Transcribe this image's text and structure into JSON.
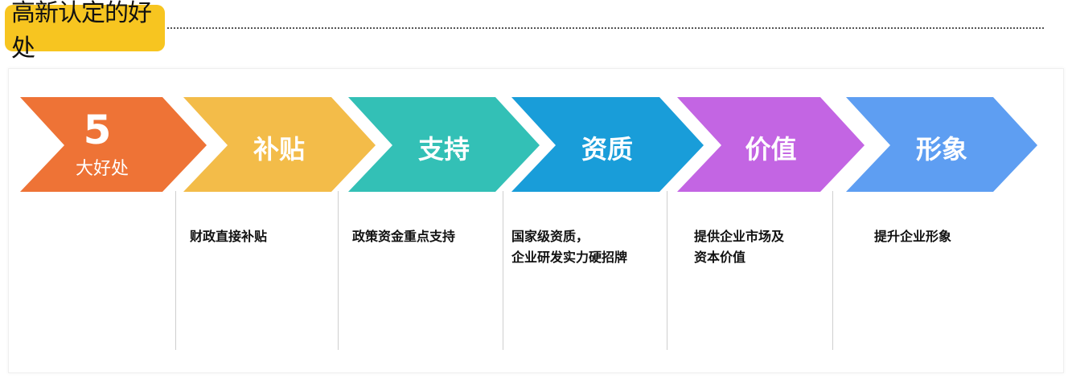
{
  "header": {
    "title": "高新认定的好处"
  },
  "intro": {
    "number": "5",
    "subtitle": "大好处"
  },
  "steps": [
    {
      "label": "补贴",
      "color": "#f3bc49",
      "benefit_lines": [
        "财政直接补贴"
      ]
    },
    {
      "label": "支持",
      "color": "#33c0b6",
      "benefit_lines": [
        "政策资金重点支持"
      ]
    },
    {
      "label": "资质",
      "color": "#199dd9",
      "benefit_lines": [
        "国家级资质，",
        "企业研发实力硬招牌"
      ]
    },
    {
      "label": "价值",
      "color": "#c365e3",
      "benefit_lines": [
        "提供企业市场及",
        "资本价值"
      ]
    },
    {
      "label": "形象",
      "color": "#5e9ef2",
      "benefit_lines": [
        "提升企业形象"
      ]
    }
  ],
  "colors": {
    "intro_arrow": "#ee7336",
    "title_badge": "#f7c520"
  }
}
